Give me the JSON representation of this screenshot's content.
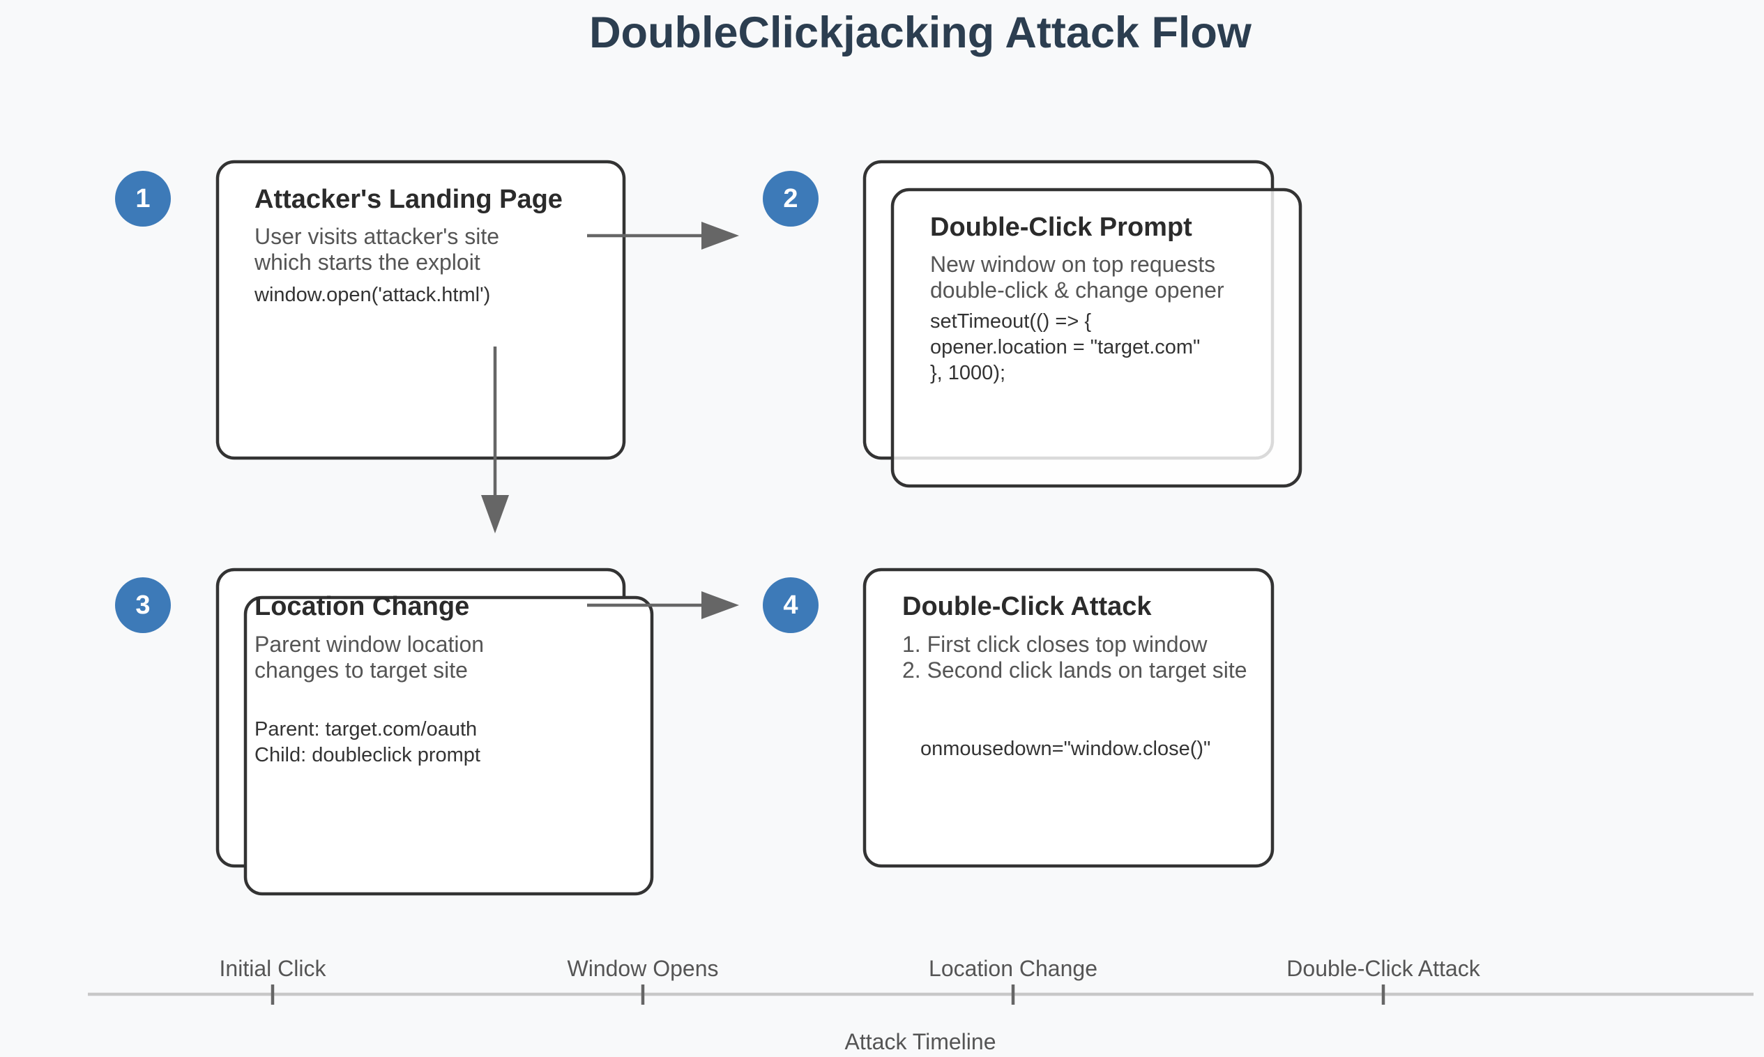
{
  "title": "DoubleClickjacking Attack Flow",
  "steps": [
    {
      "number": "1",
      "title": "Attacker's Landing Page",
      "description": [
        "User visits attacker's site",
        "which starts the exploit"
      ],
      "code": [
        "window.open('attack.html')"
      ]
    },
    {
      "number": "2",
      "title": "Double-Click Prompt",
      "description": [
        "New window on top requests",
        "double-click & change opener"
      ],
      "code": [
        "setTimeout(() => {",
        "opener.location = \"target.com\"",
        "}, 1000);"
      ]
    },
    {
      "number": "3",
      "title": "Location Change",
      "description": [
        "Parent window location",
        "changes to target site"
      ],
      "code": [
        "Parent: target.com/oauth",
        "Child: doubleclick prompt"
      ]
    },
    {
      "number": "4",
      "title": "Double-Click Attack",
      "description": [
        "1. First click closes top window",
        "2. Second click lands on target site"
      ],
      "code": [
        "onmousedown=\"window.close()\""
      ]
    }
  ],
  "timeline": {
    "events": [
      "Initial Click",
      "Window Opens",
      "Location Change",
      "Double-Click Attack"
    ],
    "caption": "Attack Timeline"
  },
  "colors": {
    "badge": "#3d7ab8",
    "title": "#2c3e50",
    "arrow": "#666666"
  }
}
